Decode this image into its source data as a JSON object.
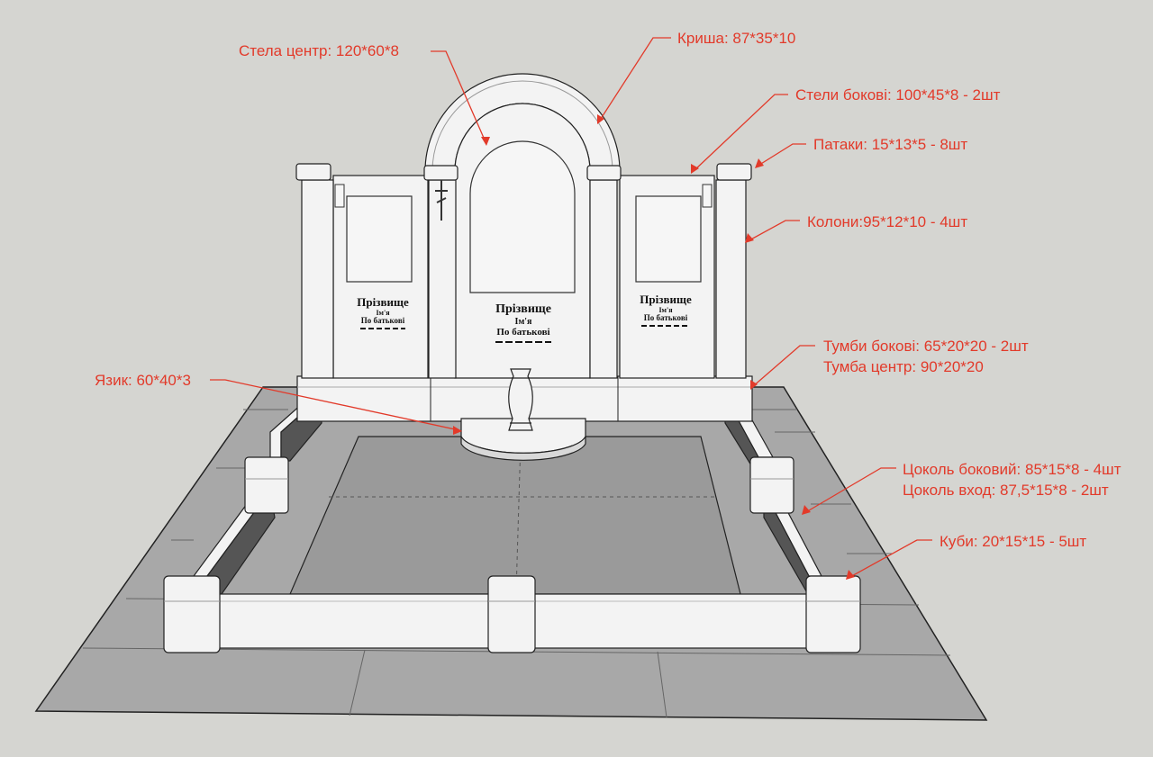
{
  "annotations": {
    "stela_center": "Стела центр: 120*60*8",
    "roof": "Криша: 87*35*10",
    "side_stelae": "Стели бокові: 100*45*8 - 2шт",
    "caps": "Патаки: 15*13*5 - 8шт",
    "columns": "Колони:95*12*10 - 4шт",
    "side_pedestals": "Тумби бокові: 65*20*20 - 2шт",
    "center_pedestal": "Тумба центр: 90*20*20",
    "tongue": "Язик: 60*40*3",
    "side_plinth": "Цоколь боковий: 85*15*8 - 4шт",
    "entry_plinth": "Цоколь вход: 87,5*15*8 - 2шт",
    "cubes": "Куби: 20*15*15 - 5шт"
  },
  "engravings": {
    "left": {
      "surname": "Прізвище",
      "name": "Ім'я",
      "patronymic": "По батькові"
    },
    "center": {
      "surname": "Прізвище",
      "name": "Ім'я",
      "patronymic": "По батькові"
    },
    "right": {
      "surname": "Прізвище",
      "name": "Ім'я",
      "patronymic": "По батькові"
    }
  },
  "colors": {
    "background": "#d5d5d1",
    "annotation": "#e23a2a",
    "stone_light": "#f2f2f2",
    "stone_shadow": "#7a7a7a",
    "floor": "#9e9e9e"
  }
}
